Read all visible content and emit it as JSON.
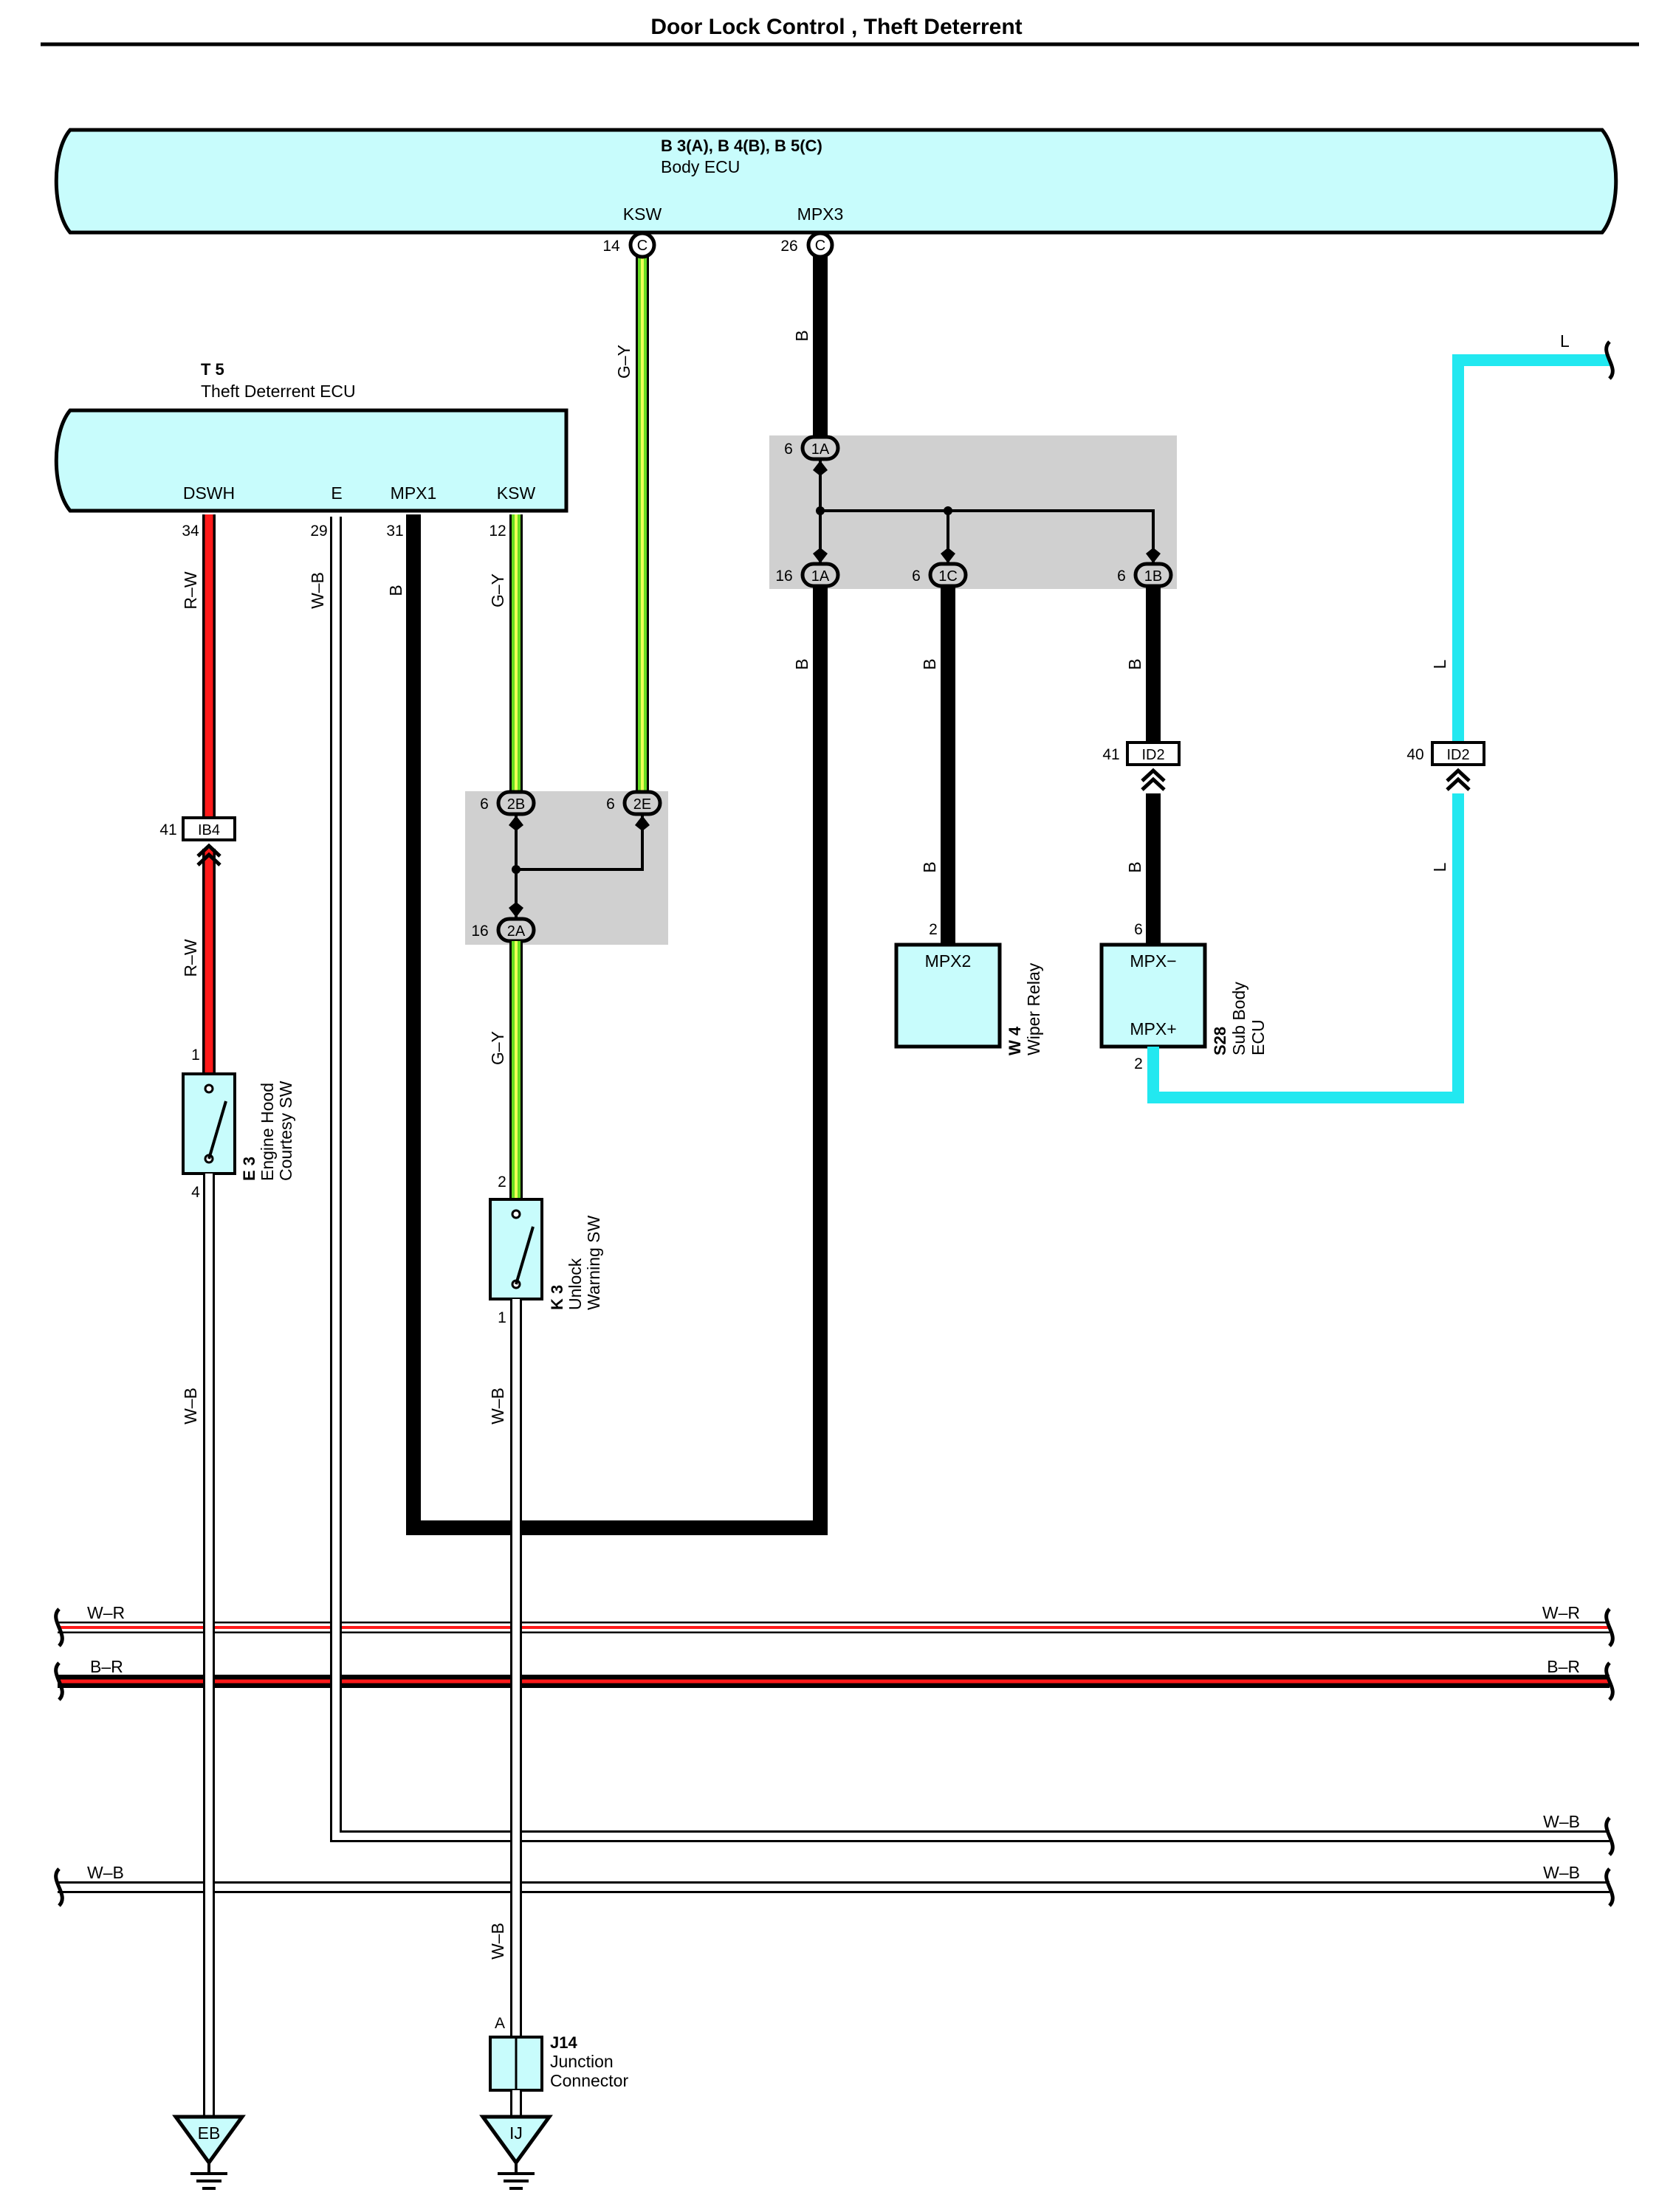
{
  "page_title": "Door Lock Control , Theft Deterrent",
  "body_ecu": {
    "code": "B 3(A), B 4(B), B 5(C)",
    "name": "Body ECU",
    "terminals": [
      {
        "name": "KSW",
        "pin": "14",
        "connector": "C"
      },
      {
        "name": "MPX3",
        "pin": "26",
        "connector": "C"
      }
    ]
  },
  "theft_ecu": {
    "code": "T 5",
    "name": "Theft Deterrent ECU",
    "terminals": [
      {
        "name": "DSWH",
        "pin": "34"
      },
      {
        "name": "E",
        "pin": "29"
      },
      {
        "name": "MPX1",
        "pin": "31"
      },
      {
        "name": "KSW",
        "pin": "12"
      }
    ]
  },
  "junction_blocks": {
    "j1": [
      {
        "pin": "6",
        "id": "1A"
      },
      {
        "pin": "16",
        "id": "1A"
      },
      {
        "pin": "6",
        "id": "1C"
      },
      {
        "pin": "6",
        "id": "1B"
      }
    ],
    "j2": [
      {
        "pin": "6",
        "id": "2B"
      },
      {
        "pin": "6",
        "id": "2E"
      },
      {
        "pin": "16",
        "id": "2A"
      }
    ]
  },
  "inline_connectors": [
    {
      "pin": "41",
      "id": "IB4"
    },
    {
      "pin": "41",
      "id": "ID2"
    },
    {
      "pin": "40",
      "id": "ID2"
    }
  ],
  "components": {
    "engine_hood_sw": {
      "code": "E 3",
      "line1": "Engine Hood",
      "line2": "Courtesy SW",
      "pin_top": "1",
      "pin_bottom": "4"
    },
    "unlock_warning_sw": {
      "code": "K 3",
      "line1": "Unlock",
      "line2": "Warning SW",
      "pin_top": "2",
      "pin_bottom": "1"
    },
    "wiper_relay": {
      "code": "W 4",
      "name": "Wiper Relay",
      "terminal": "MPX2",
      "pin": "2"
    },
    "sub_body_ecu": {
      "code": "S28",
      "line1": "Sub Body",
      "line2": "ECU",
      "terminal_top": "MPX−",
      "terminal_bottom": "MPX+",
      "pin_top": "6",
      "pin_bottom": "2"
    },
    "junction_connector": {
      "code": "J14",
      "line1": "Junction",
      "line2": "Connector",
      "pin": "A"
    }
  },
  "grounds": [
    "EB",
    "IJ"
  ],
  "wire_colors": {
    "r_w": "R–W",
    "w_b": "W–B",
    "b": "B",
    "g_y": "G–Y",
    "l": "L",
    "w_r": "W–R",
    "b_r": "B–R"
  },
  "colors": {
    "ecu_fill": "#c8fcfc",
    "junction_fill": "#d0d0d0",
    "red": "#ff1a1a",
    "green": "#66dd22",
    "yellow": "#eeff55",
    "blue": "#22e8f0",
    "black": "#000000"
  }
}
